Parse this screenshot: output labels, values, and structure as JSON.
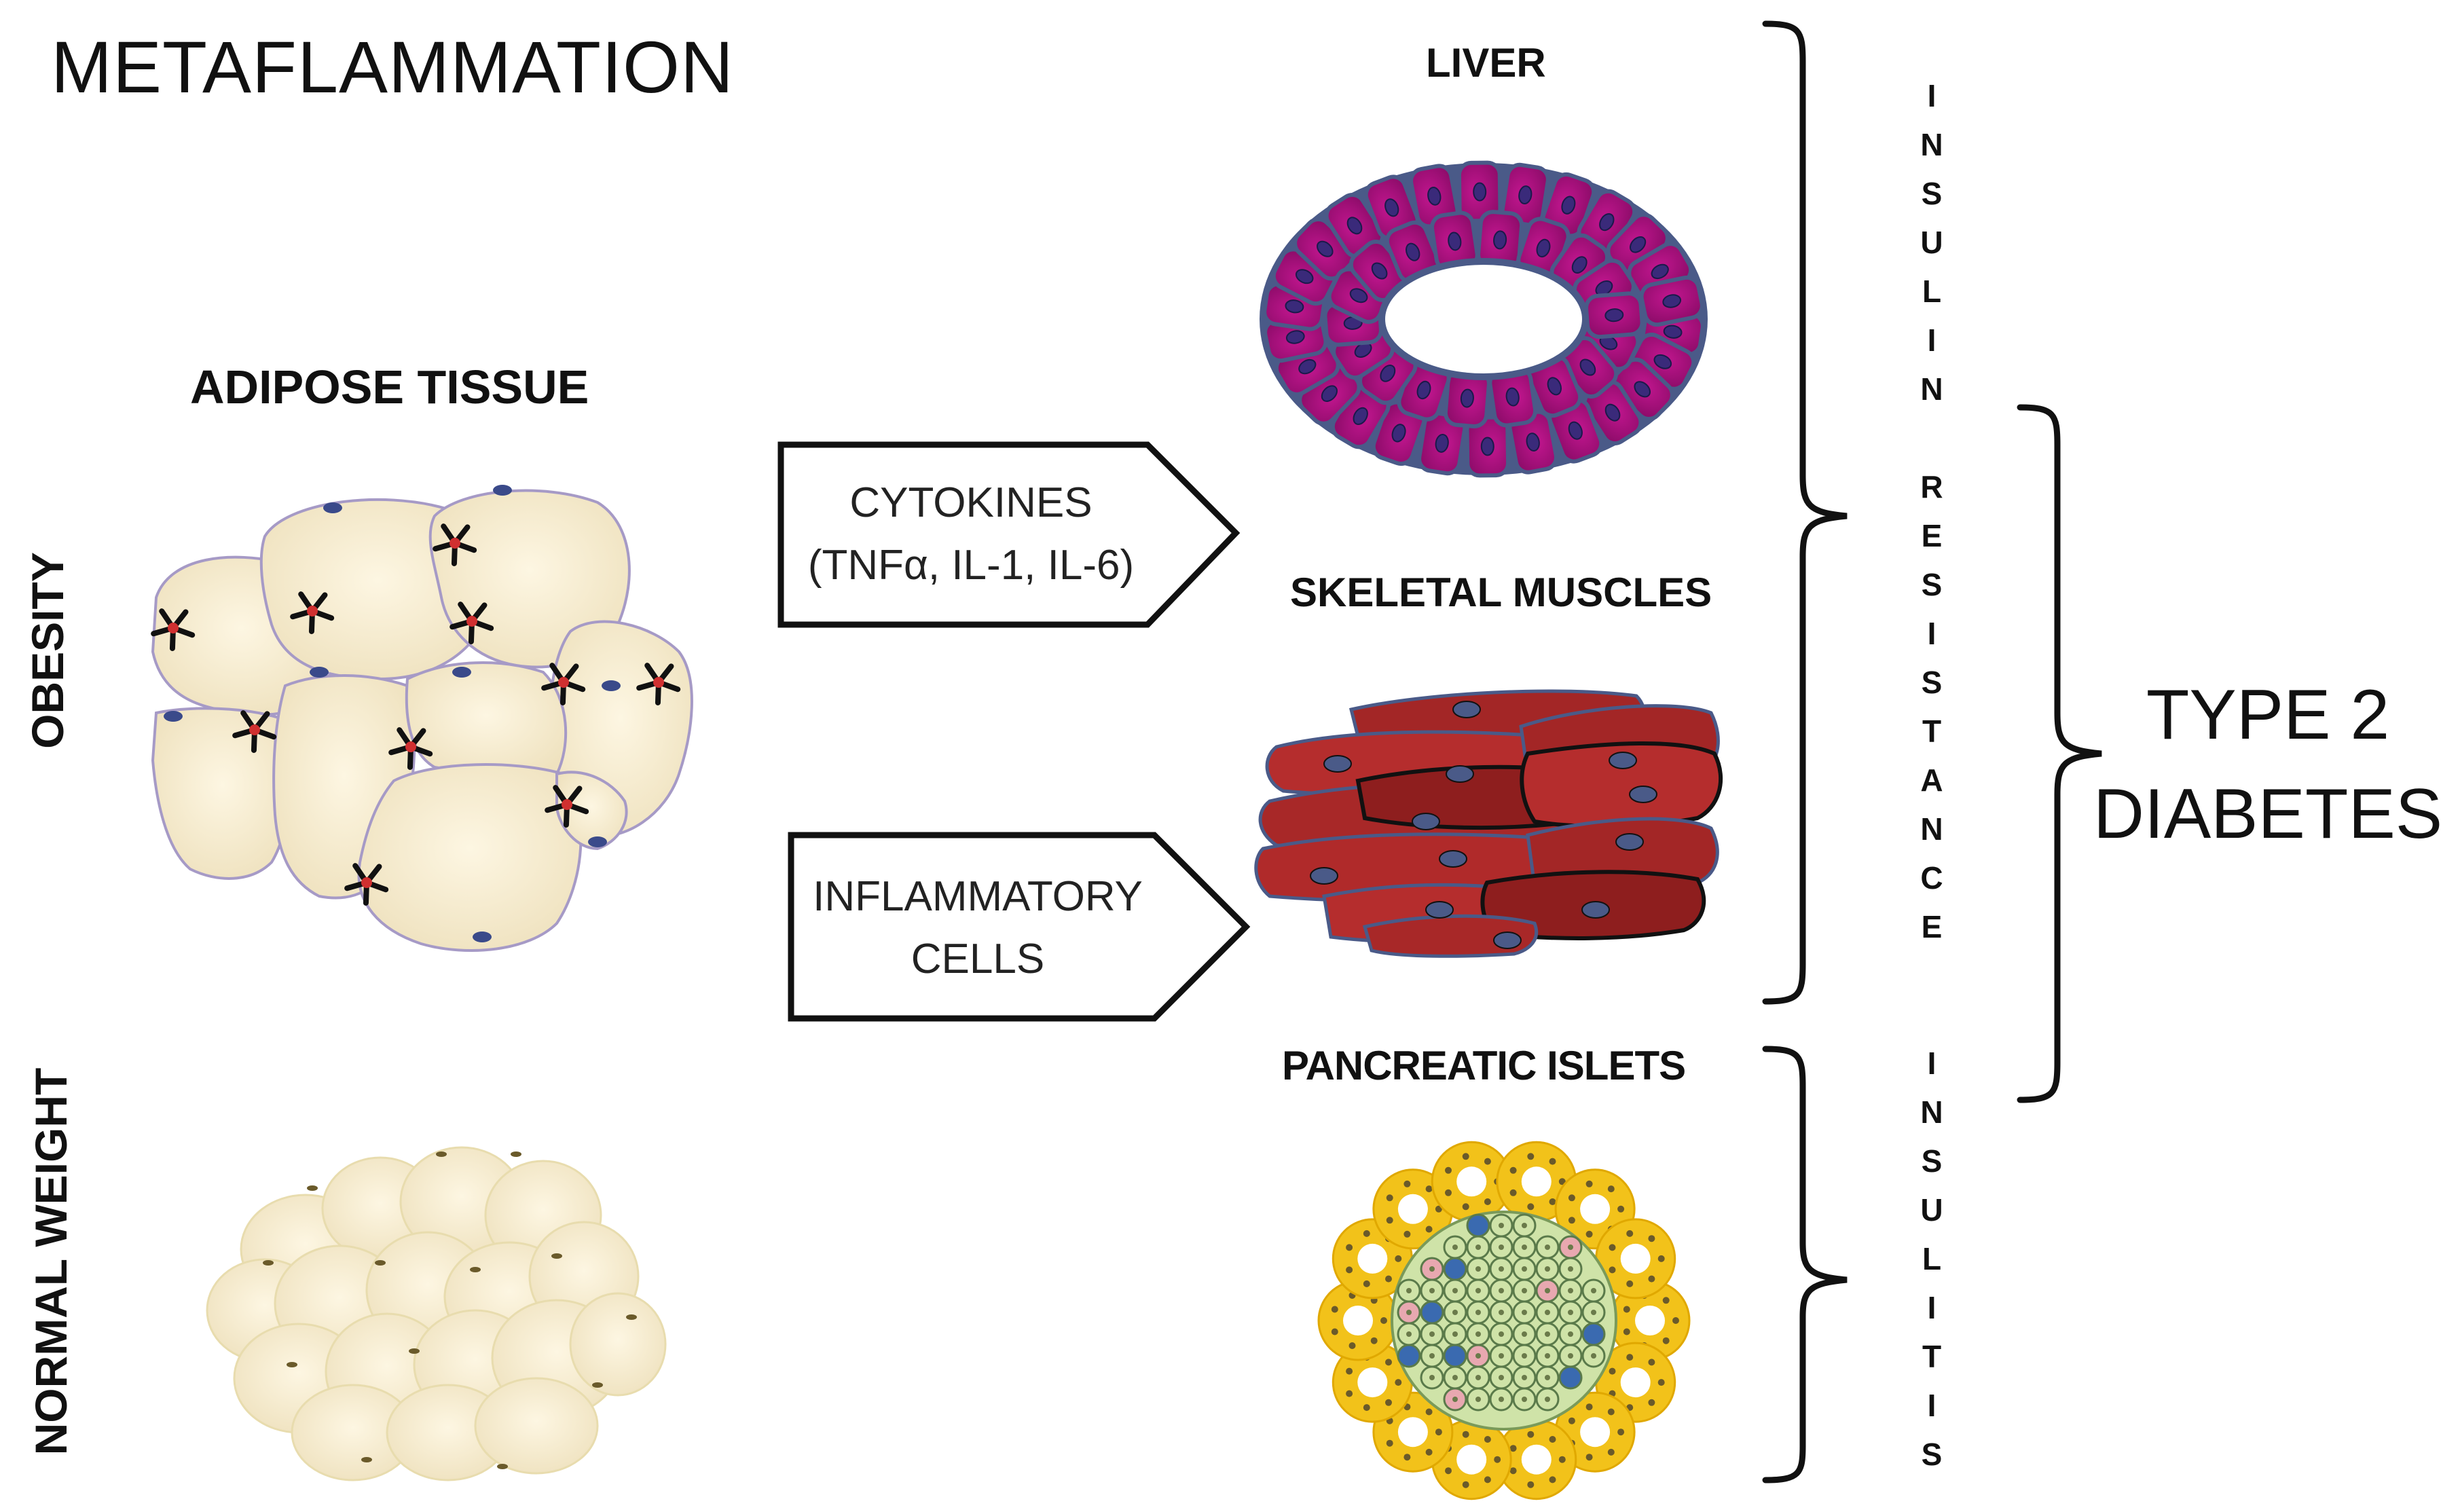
{
  "title": "METAFLAMMATION",
  "left": {
    "adipose_label": "ADIPOSE TISSUE",
    "obesity_label": "OBESITY",
    "normal_weight_label": "NORMAL WEIGHT"
  },
  "arrows": {
    "cytokines_line1": "CYTOKINES",
    "cytokines_line2": "(TNFα, IL-1, IL-6)",
    "inflammatory_line1": "INFLAMMATORY",
    "inflammatory_line2": "CELLS"
  },
  "organs": {
    "liver": "LIVER",
    "muscles": "SKELETAL MUSCLES",
    "islets": "PANCREATIC ISLETS"
  },
  "brackets": {
    "insulin_resistance_letters": [
      "I",
      "N",
      "S",
      "U",
      "L",
      "I",
      "N",
      "",
      "R",
      "E",
      "S",
      "I",
      "S",
      "T",
      "A",
      "N",
      "C",
      "E"
    ],
    "insulitis_letters": [
      "I",
      "N",
      "S",
      "U",
      "L",
      "I",
      "T",
      "I",
      "S"
    ]
  },
  "outcome": {
    "line1": "TYPE 2",
    "line2": "DIABETES"
  },
  "colors": {
    "adipocyte_fill": "#f8efd2",
    "adipocyte_edge": "#9a8fc0",
    "nucleus": "#3a4a8a",
    "macrophage": "#111111",
    "macrophage_core": "#d03030",
    "liver_cell": "#a8127e",
    "liver_edge": "#4a5a88",
    "muscle_fill": "#b02a2a",
    "islet_gold": "#f2c21a",
    "islet_green": "#cfe3a8",
    "islet_pink": "#e8a8b0",
    "islet_blue": "#3a6ab0"
  }
}
